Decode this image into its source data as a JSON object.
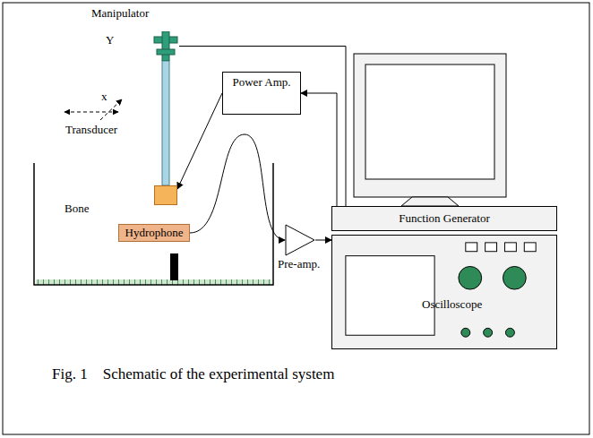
{
  "diagram": {
    "caption": "Fig. 1    Schematic of the experimental system",
    "nodes": [
      {
        "text": [
          "Manipulator"
        ]
      },
      {
        "text": [
          "Power Amp."
        ]
      },
      {
        "text": [
          "Function Generator"
        ]
      },
      {
        "text": [
          "Oscilloscope"
        ]
      },
      {
        "text": [
          "Transducer"
        ]
      },
      {
        "text": [
          "Hydrophone"
        ]
      },
      {
        "text": [
          "Pre-amp."
        ]
      }
    ],
    "edges": [
      {
        "from": 0,
        "to": 2,
        "arrow": "none"
      },
      {
        "from": 2,
        "to": 1,
        "arrow": "to"
      },
      {
        "from": 1,
        "to": 4,
        "arrow": "to"
      },
      {
        "from": 5,
        "to": 6,
        "arrow": "to"
      },
      {
        "from": 6,
        "to": 3,
        "arrow": "to"
      }
    ],
    "labels": [
      "Y",
      "x",
      "Bone"
    ]
  }
}
